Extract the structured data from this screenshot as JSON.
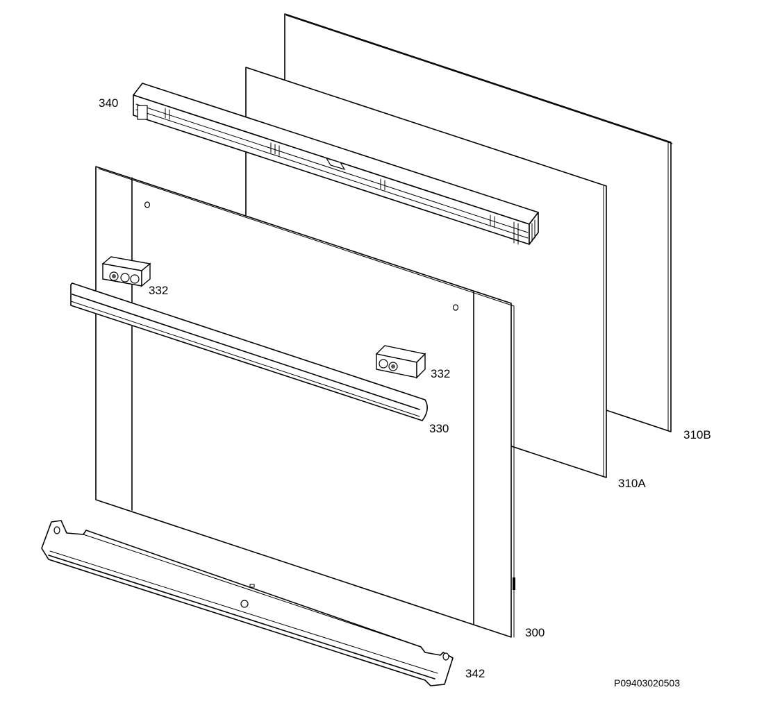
{
  "diagram": {
    "reference_code": "P09403020503",
    "callouts": {
      "glass_rear": "310B",
      "glass_middle": "310A",
      "top_profile": "340",
      "hinge_left": "332",
      "hinge_right": "332",
      "handle": "330",
      "outer_glass": "300",
      "bottom_profile": "342"
    }
  }
}
